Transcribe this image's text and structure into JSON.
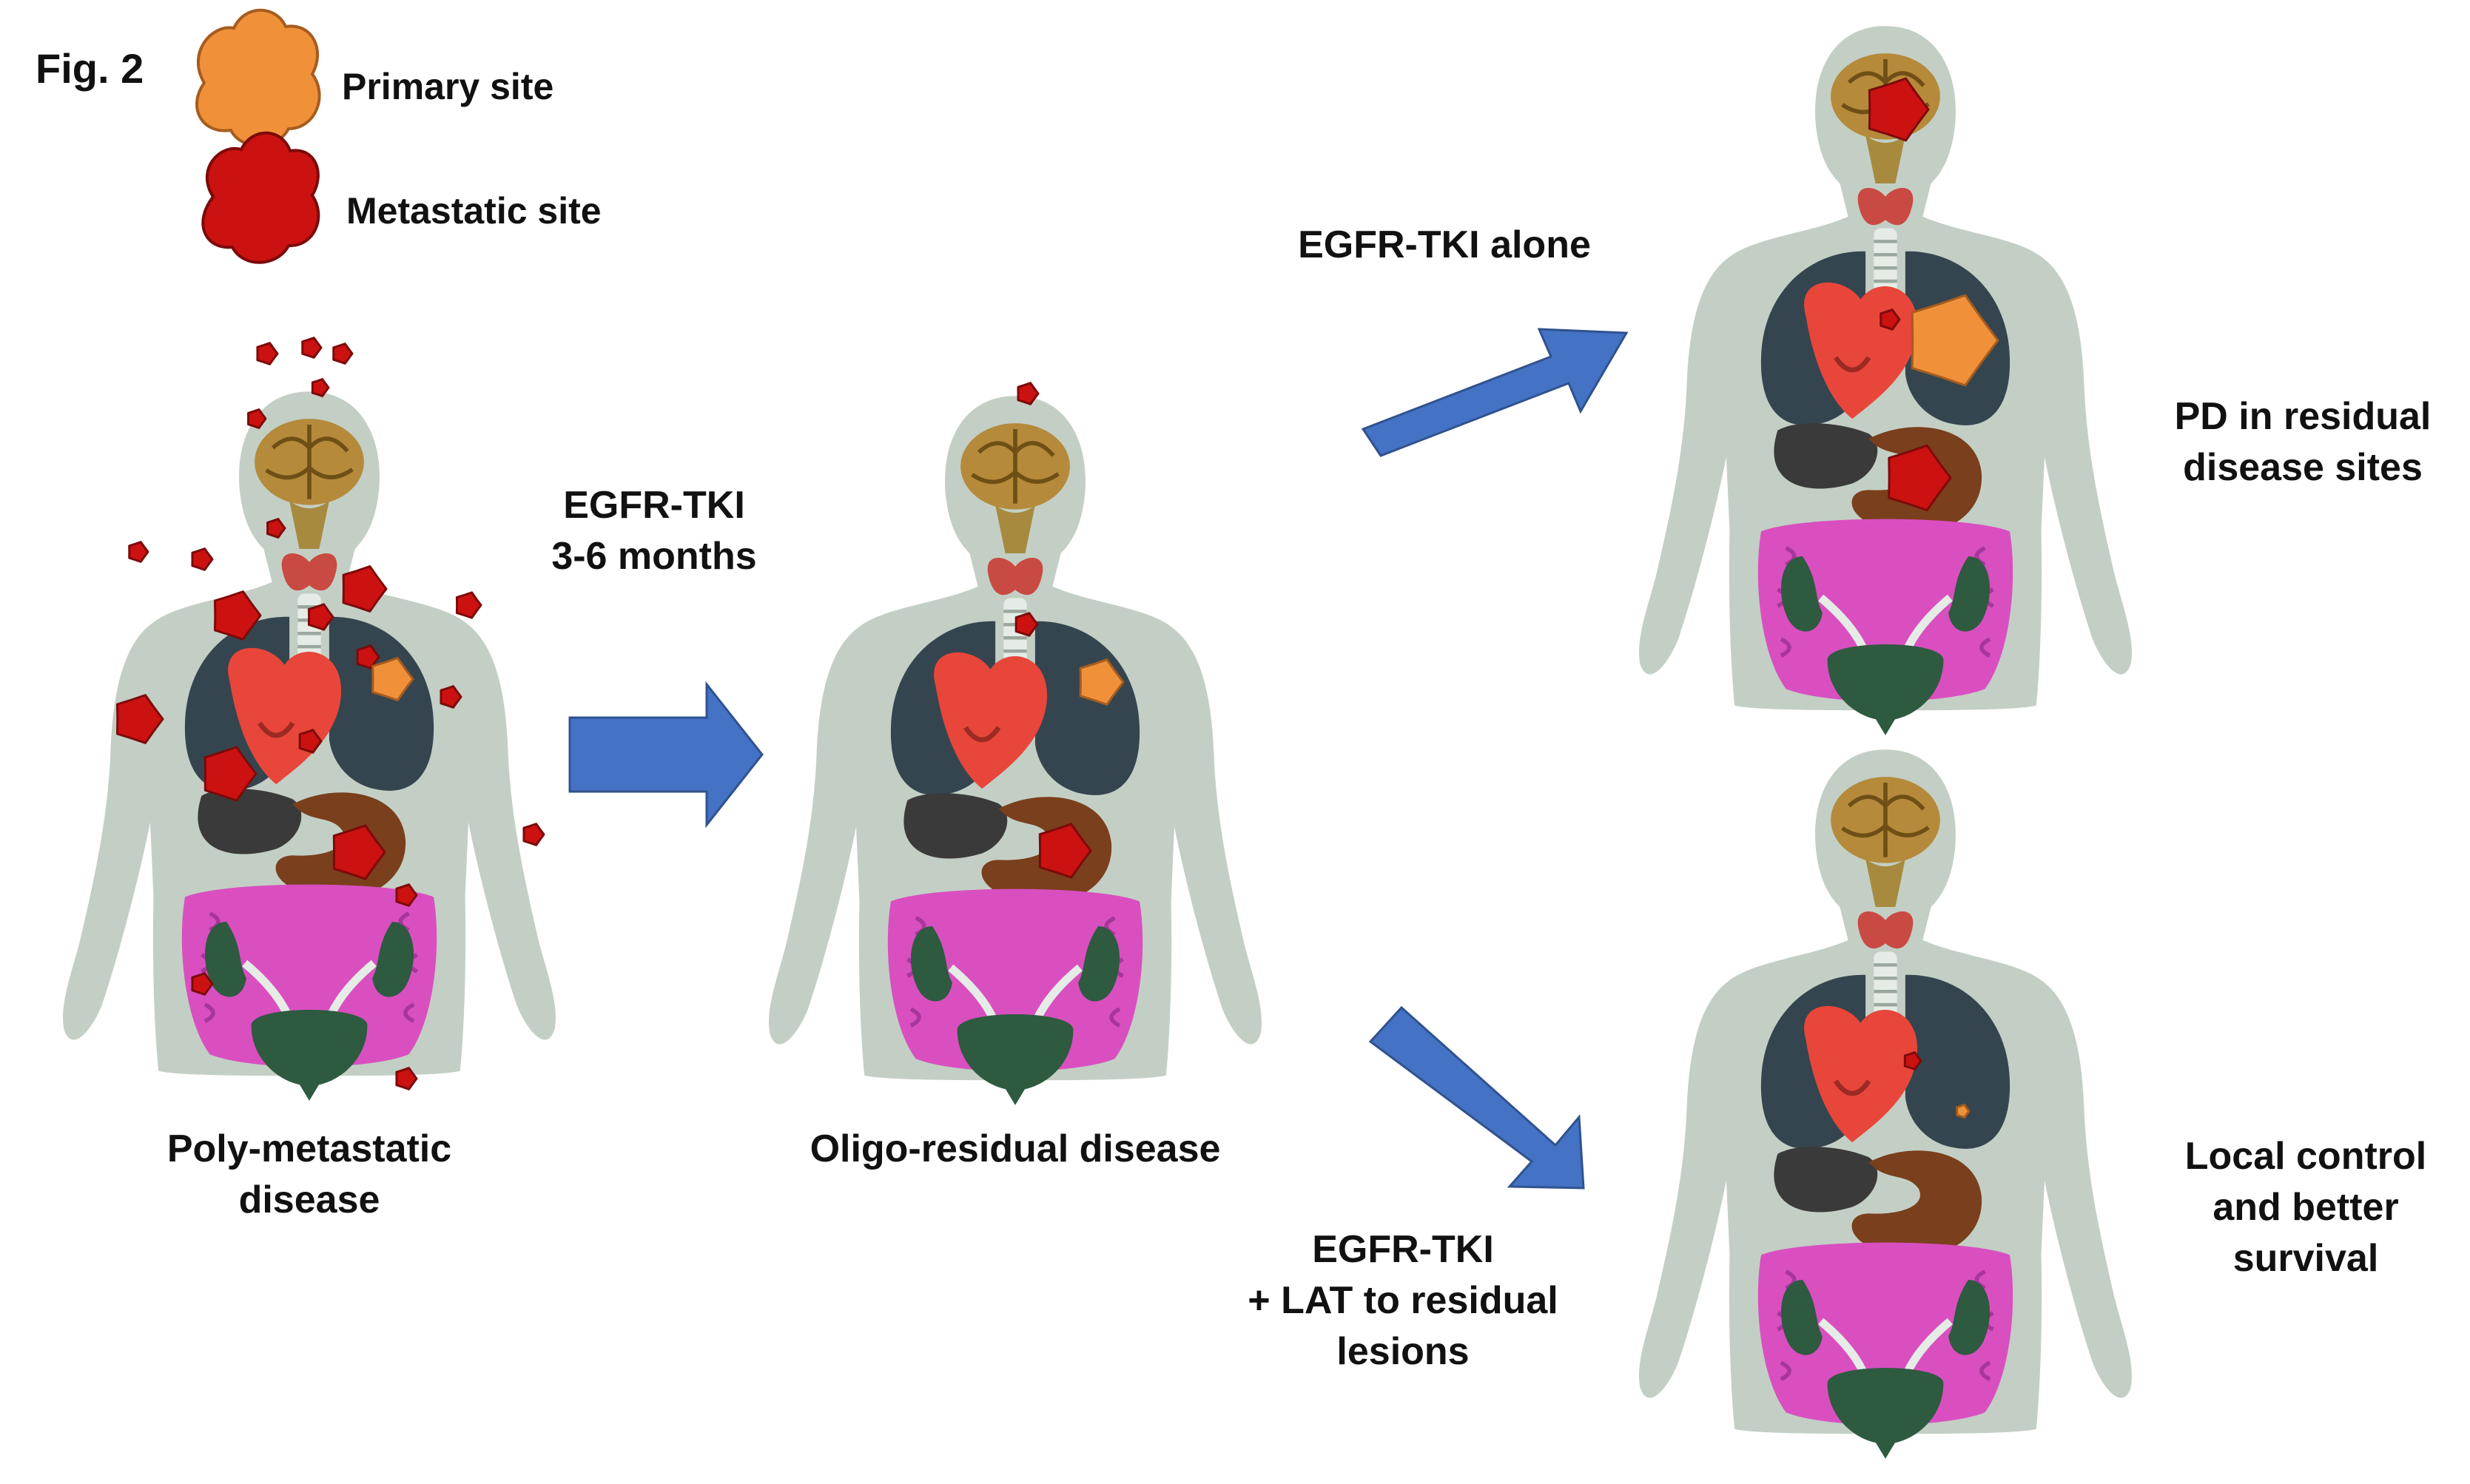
{
  "figure_label": "Fig. 2",
  "legend": [
    {
      "label": "Primary site",
      "icon": "primary-tumor-icon",
      "color": "#f0913a"
    },
    {
      "label": "Metastatic site",
      "icon": "metastatic-tumor-icon",
      "color": "#cc1111"
    }
  ],
  "stages": {
    "poly": "Poly-metastatic\ndisease",
    "oligo": "Oligo-residual disease",
    "pd": "PD in residual\ndisease sites",
    "local": "Local control\nand better\nsurvival"
  },
  "arrows": {
    "initial": "EGFR-TKI\n3-6 months",
    "alone": "EGFR-TKI alone",
    "combo": "EGFR-TKI\n+ LAT to residual\nlesions"
  },
  "colors": {
    "body": "#c3cfc5",
    "brain": "#b58a3b",
    "thyroid": "#c94a42",
    "lung": "#34454f",
    "heart": "#e8463a",
    "liver": "#3b3a3a",
    "stomach": "#7a3f1c",
    "intestine": "#d94fc0",
    "kidney": "#2e5a3f",
    "arrow": "#4472c4",
    "primary": "#f0913a",
    "metastatic": "#cc1111"
  }
}
